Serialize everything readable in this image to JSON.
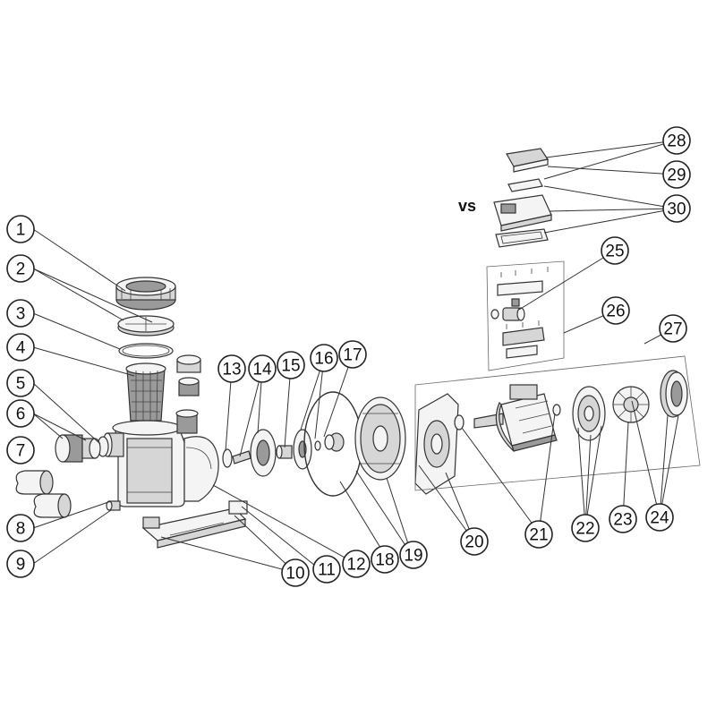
{
  "vs_label": "vs",
  "callouts": [
    "1",
    "2",
    "3",
    "4",
    "5",
    "6",
    "7",
    "8",
    "9",
    "10",
    "11",
    "12",
    "13",
    "14",
    "15",
    "16",
    "17",
    "18",
    "19",
    "20",
    "21",
    "22",
    "23",
    "24",
    "25",
    "26",
    "27",
    "28",
    "29",
    "30"
  ],
  "colors": {
    "line": "#333333",
    "fill": "#f4f4f4",
    "shade": "#9a9a9a"
  }
}
